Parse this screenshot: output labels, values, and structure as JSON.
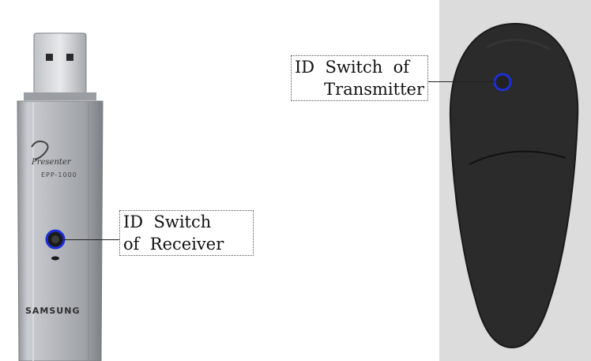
{
  "callouts": {
    "receiver": {
      "line1": "ID  Switch",
      "line2": "of  Receiver"
    },
    "transmitter": {
      "line1": "ID  Switch  of",
      "line2": "Transmitter"
    }
  },
  "device": {
    "logo_text": "Presenter",
    "model_text": "EPP-1000",
    "brand_text": "SAMSUNG"
  },
  "colors": {
    "switch_ring": "#1c2fd6",
    "receiver_body": "#b9bcc1",
    "transmitter_body": "#2b2b2b"
  }
}
